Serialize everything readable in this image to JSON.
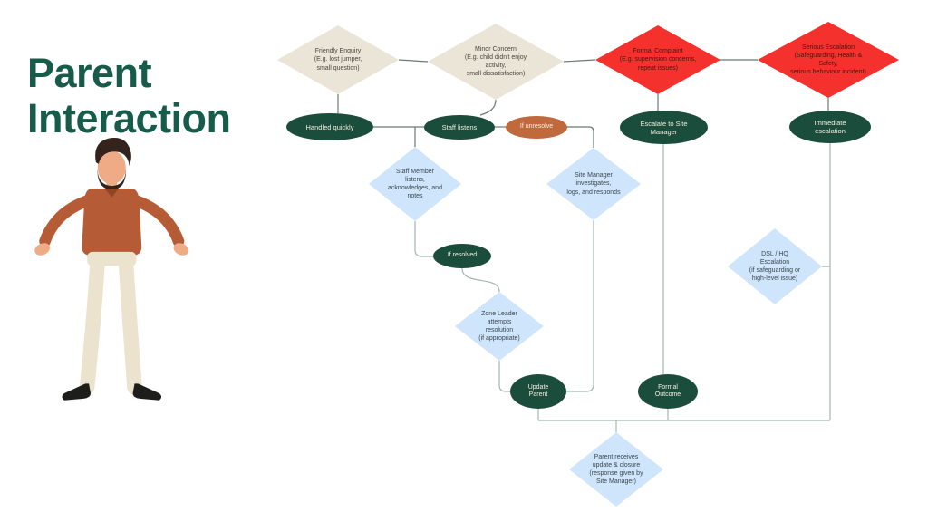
{
  "title": "Parent\nInteraction",
  "colors": {
    "title_green": "#175b4b",
    "diamond_cream": "#eae5d6",
    "diamond_red": "#f5312d",
    "diamond_blue": "#cfe5fb",
    "ellipse_green": "#1b4d3c",
    "ellipse_orange": "#c0693c",
    "connector_gray": "#a3b6ae"
  },
  "nodes": {
    "friendly_enquiry": {
      "label": "Friendly Enquiry\n(E.g. lost jumper,\nsmall question)"
    },
    "minor_concern": {
      "label": "Minor Concern\n(E.g. child didn't enjoy\nactivity,\nsmall dissatisfaction)"
    },
    "formal_complaint": {
      "label": "Formal Complaint\n(E.g. supervision concerns,\nrepeat issues)"
    },
    "serious_escalation": {
      "label": "Serious Escalation\n(Safeguarding, Health &\nSafety,\nserious behaviour incident)"
    },
    "handled_quickly": {
      "label": "Handled quickly"
    },
    "staff_listens": {
      "label": "Staff listens"
    },
    "if_unresolve": {
      "label": "If unresolve"
    },
    "escalate_site_manager": {
      "label": "Escalate to Site\nManager"
    },
    "immediate_escalation": {
      "label": "Immediate\nescalation"
    },
    "staff_member_listens": {
      "label": "Staff Member\nlistens,\nacknowledges, and\nnotes"
    },
    "site_manager_investigates": {
      "label": "Site Manager\ninvestigates,\nlogs, and responds"
    },
    "dsl_hq": {
      "label": "DSL / HQ\nEscalation\n(if safeguarding or\nhigh-level issue)"
    },
    "if_resolved": {
      "label": "If resolved"
    },
    "zone_leader": {
      "label": "Zone Leader\nattempts\nresolution\n(if appropriate)"
    },
    "update_parent": {
      "label": "Update\nParent"
    },
    "formal_outcome": {
      "label": "Formal\nOutcome"
    },
    "parent_receives": {
      "label": "Parent receives\nupdate & closure\n(response given by\nSite Manager)"
    }
  }
}
